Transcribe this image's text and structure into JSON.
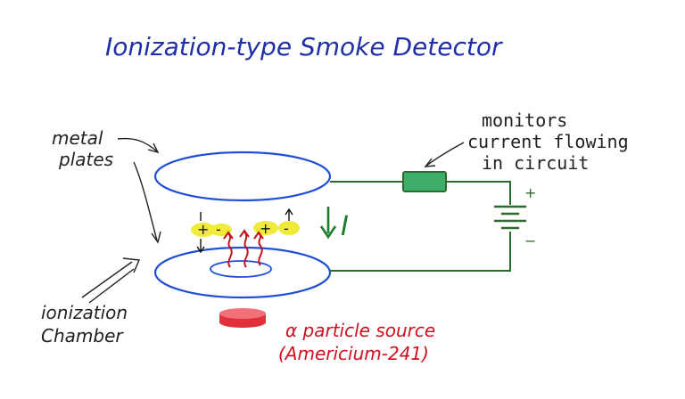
{
  "title": "Ionization-type Smoke Detector",
  "labels": {
    "metal_plates_line1": "metal",
    "metal_plates_line2": "plates",
    "monitor_line1": "monitors",
    "monitor_line2": "current flowing",
    "monitor_line3": "in circuit",
    "chamber_line1": "ionization",
    "chamber_line2": "Chamber",
    "source_line1": "α particle source",
    "source_line2": "(Americium-241)",
    "current_symbol": "I",
    "battery_plus": "+",
    "battery_minus": "−"
  },
  "colors": {
    "title": "#1f2fa8",
    "plates": "#1f4fd6",
    "wires": "#2b6b2b",
    "current_arrow": "#1d7a2a",
    "resistor": "#3fae6a",
    "alpha_tracks": "#c0141e",
    "source": "#e0303a",
    "source_text": "#d0101e",
    "ions": "#f2ea3a",
    "annotations": "#222222",
    "charges": "#111111"
  }
}
